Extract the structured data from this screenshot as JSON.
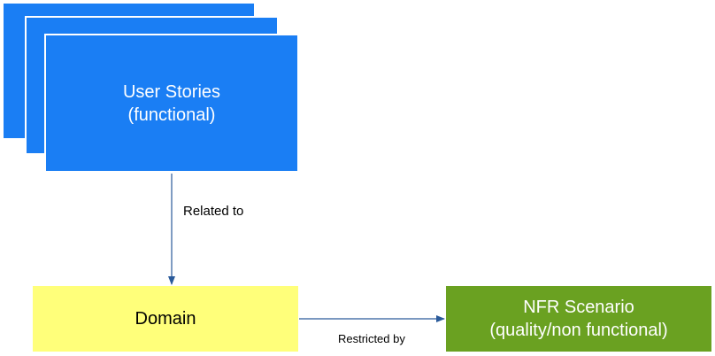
{
  "nodes": {
    "user_stories": {
      "line1": "User Stories",
      "line2": "(functional)",
      "color": "#1a7ef4"
    },
    "domain": {
      "label": "Domain",
      "color": "#ffff7a"
    },
    "nfr_scenario": {
      "line1": "NFR Scenario",
      "line2": "(quality/non functional)",
      "color": "#6aa121"
    }
  },
  "edges": {
    "stories_to_domain": {
      "label": "Related to"
    },
    "domain_to_nfr": {
      "label": "Restricted by"
    }
  },
  "colors": {
    "connector": "#2a5a9a"
  }
}
